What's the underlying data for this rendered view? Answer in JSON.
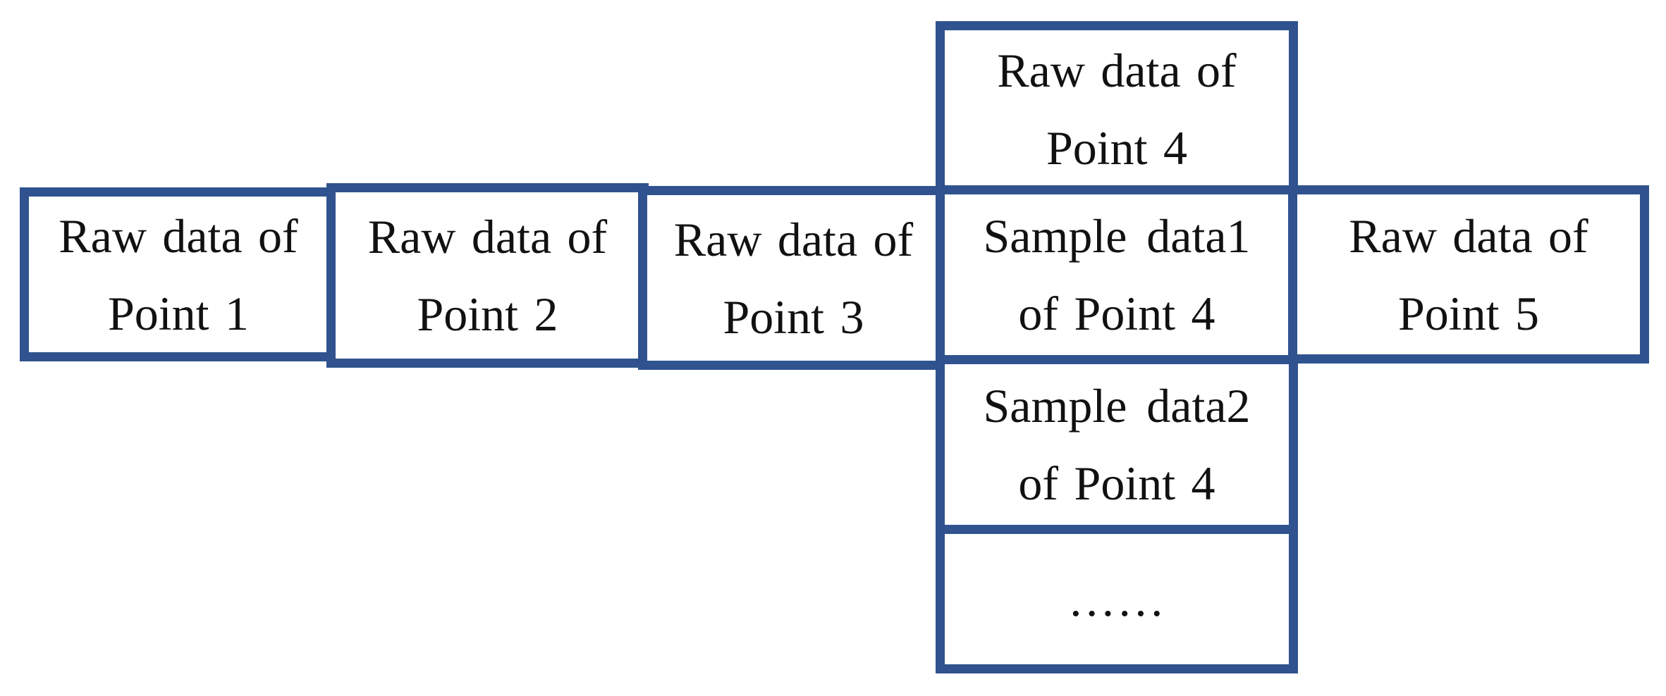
{
  "diagram": {
    "colors": {
      "border": "#30538F",
      "background": "#FFFFFF",
      "text": "#111111"
    },
    "nodes": {
      "raw4_top": {
        "line1": "Raw data of",
        "line2": "Point 4"
      },
      "raw1": {
        "line1": "Raw data of",
        "line2": "Point 1"
      },
      "raw2": {
        "line1": "Raw data of",
        "line2": "Point 2"
      },
      "raw3": {
        "line1": "Raw data of",
        "line2": "Point 3"
      },
      "sample1": {
        "line1": "Sample data1",
        "line2": "of Point 4"
      },
      "raw5": {
        "line1": "Raw data of",
        "line2": "Point 5"
      },
      "sample2": {
        "line1": "Sample data2",
        "line2": "of Point 4"
      },
      "ellipsis": {
        "line1": "……"
      }
    }
  }
}
